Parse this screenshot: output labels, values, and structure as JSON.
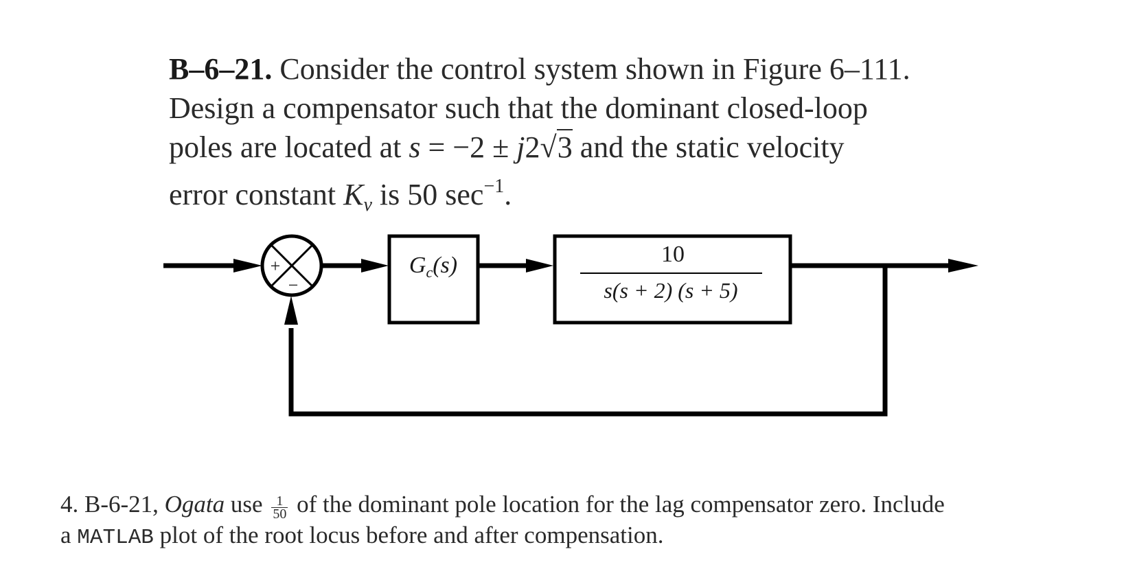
{
  "problem": {
    "number": "B–6–21.",
    "line1": "Consider the control system shown in Figure 6–111.",
    "line2": "Design a compensator such that the dominant closed-loop",
    "line3_a": "poles are located at ",
    "line3_s": "s",
    "line3_eq": " = −2 ± ",
    "line3_j": "j",
    "line3_coef": "2",
    "line3_sqrt": "√",
    "line3_rad": "3",
    "line3_b": " and the static velocity",
    "line4_a": "error constant ",
    "line4_K": "K",
    "line4_v": "v",
    "line4_b": " is 50 sec",
    "line4_exp": "−1",
    "line4_end": "."
  },
  "diagram": {
    "summing_plus": "+",
    "summing_minus": "−",
    "controller_label": "G",
    "controller_sub": "c",
    "controller_arg": "(s)",
    "plant_numerator": "10",
    "plant_denominator": "s(s + 2) (s + 5)"
  },
  "note": {
    "prefix": "4. B-6-21, ",
    "author": "Ogata",
    "use": " use ",
    "frac_num": "1",
    "frac_den": "50",
    "rest1": " of the dominant pole location for the lag compensator zero. Include",
    "line2_a": "a ",
    "matlab": "MATLAB",
    "line2_b": " plot of the root locus before and after compensation."
  }
}
